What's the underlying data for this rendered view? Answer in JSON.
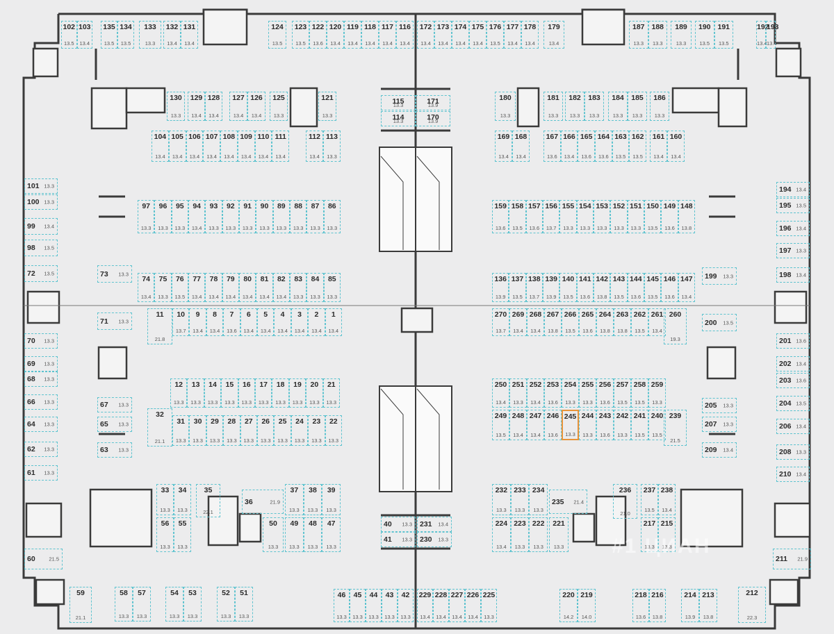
{
  "floorplan": {
    "highlighted_spot": "245",
    "accent_color": "#e8943a",
    "spot_border_color": "#5ec3cf",
    "wall_color": "#3a3a3a"
  },
  "rows": [
    {
      "dir": "h",
      "spots": [
        [
          "102",
          "13.5"
        ],
        [
          "103",
          "13.4"
        ]
      ]
    },
    {
      "dir": "h",
      "spots": [
        [
          "135",
          "13.5"
        ],
        [
          "134",
          "13.5"
        ]
      ]
    },
    {
      "dir": "h",
      "spots": [
        [
          "133",
          "13.3"
        ]
      ]
    },
    {
      "dir": "h",
      "spots": [
        [
          "132",
          "13.4"
        ],
        [
          "131",
          "13.4"
        ]
      ]
    },
    {
      "dir": "h",
      "spots": [
        [
          "124",
          "13.5"
        ]
      ]
    },
    {
      "dir": "h",
      "spots": [
        [
          "123",
          "13.5"
        ],
        [
          "122",
          "13.6"
        ],
        [
          "120",
          "13.4"
        ],
        [
          "119",
          "13.4"
        ],
        [
          "118",
          "13.4"
        ],
        [
          "117",
          "13.4"
        ],
        [
          "116",
          "13.4"
        ]
      ]
    },
    {
      "dir": "h",
      "spots": [
        [
          "172",
          "13.4"
        ],
        [
          "173",
          "13.4"
        ],
        [
          "174",
          "13.4"
        ],
        [
          "175",
          "13.4"
        ],
        [
          "176",
          "13.5"
        ],
        [
          "177",
          "13.4"
        ],
        [
          "178",
          "13.4"
        ]
      ]
    },
    {
      "dir": "h",
      "spots": [
        [
          "179",
          "13.4"
        ]
      ]
    },
    {
      "dir": "h",
      "spots": [
        [
          "187",
          "13.3"
        ],
        [
          "188",
          "13.3"
        ]
      ]
    },
    {
      "dir": "h",
      "spots": [
        [
          "189",
          "13.3"
        ]
      ]
    },
    {
      "dir": "h",
      "spots": [
        [
          "190",
          "13.5"
        ],
        [
          "191",
          "13.5"
        ]
      ]
    },
    {
      "dir": "h",
      "spots": [
        [
          "192",
          "13.4"
        ],
        [
          "193",
          "13.4"
        ]
      ]
    },
    {
      "dir": "h",
      "spots": [
        [
          "130",
          "13.3"
        ]
      ]
    },
    {
      "dir": "h",
      "spots": [
        [
          "129",
          "13.4"
        ],
        [
          "128",
          "13.4"
        ]
      ]
    },
    {
      "dir": "h",
      "spots": [
        [
          "127",
          "13.4"
        ],
        [
          "126",
          "13.4"
        ]
      ]
    },
    {
      "dir": "h",
      "spots": [
        [
          "125",
          "13.3"
        ]
      ]
    },
    {
      "dir": "h",
      "spots": [
        [
          "121",
          "13.3"
        ]
      ]
    },
    {
      "dir": "h",
      "spots": [
        [
          "104",
          "13.4"
        ],
        [
          "105",
          "13.4"
        ],
        [
          "106",
          "13.4"
        ],
        [
          "107",
          "13.4"
        ],
        [
          "108",
          "13.4"
        ],
        [
          "109",
          "13.4"
        ],
        [
          "110",
          "13.4"
        ],
        [
          "111",
          "13.4"
        ]
      ]
    },
    {
      "dir": "h",
      "spots": [
        [
          "112",
          "13.4"
        ],
        [
          "113",
          "13.3"
        ]
      ]
    },
    {
      "dir": "h",
      "spots": [
        [
          "115",
          "13.3"
        ],
        [
          "171",
          "13.9"
        ]
      ]
    },
    {
      "dir": "h",
      "spots": [
        [
          "114",
          "13.3"
        ],
        [
          "170",
          "13.9"
        ]
      ]
    },
    {
      "dir": "h",
      "spots": [
        [
          "180",
          "13.3"
        ]
      ]
    },
    {
      "dir": "h",
      "spots": [
        [
          "181",
          "13.3"
        ]
      ]
    },
    {
      "dir": "h",
      "spots": [
        [
          "182",
          "13.3"
        ],
        [
          "183",
          "13.3"
        ]
      ]
    },
    {
      "dir": "h",
      "spots": [
        [
          "184",
          "13.3"
        ],
        [
          "185",
          "13.3"
        ]
      ]
    },
    {
      "dir": "h",
      "spots": [
        [
          "186",
          "13.3"
        ]
      ]
    },
    {
      "dir": "h",
      "spots": [
        [
          "169",
          "13.4"
        ],
        [
          "168",
          "13.4"
        ]
      ]
    },
    {
      "dir": "h",
      "spots": [
        [
          "167",
          "13.6"
        ],
        [
          "166",
          "13.4"
        ],
        [
          "165",
          "13.6"
        ],
        [
          "164",
          "13.6"
        ],
        [
          "163",
          "13.5"
        ],
        [
          "162",
          "13.5"
        ]
      ]
    },
    {
      "dir": "h",
      "spots": [
        [
          "161",
          "13.4"
        ],
        [
          "160",
          "13.4"
        ]
      ]
    },
    {
      "dir": "h",
      "spots": [
        [
          "97",
          "13.3"
        ],
        [
          "96",
          "13.3"
        ],
        [
          "95",
          "13.3"
        ],
        [
          "94",
          "13.4"
        ],
        [
          "93",
          "13.3"
        ],
        [
          "92",
          "13.3"
        ],
        [
          "91",
          "13.3"
        ],
        [
          "90",
          "13.3"
        ],
        [
          "89",
          "13.3"
        ],
        [
          "88",
          "13.3"
        ],
        [
          "87",
          "13.3"
        ],
        [
          "86",
          "13.3"
        ]
      ]
    },
    {
      "dir": "h",
      "spots": [
        [
          "159",
          "13.6"
        ],
        [
          "158",
          "13.5"
        ],
        [
          "157",
          "13.6"
        ],
        [
          "156",
          "13.7"
        ],
        [
          "155",
          "13.3"
        ],
        [
          "154",
          "13.3"
        ],
        [
          "153",
          "13.3"
        ],
        [
          "152",
          "13.3"
        ],
        [
          "151",
          "13.3"
        ],
        [
          "150",
          "13.5"
        ],
        [
          "149",
          "13.6"
        ],
        [
          "148",
          "13.8"
        ]
      ]
    },
    {
      "dir": "h",
      "spots": [
        [
          "74",
          "13.4"
        ],
        [
          "75",
          "13.3"
        ],
        [
          "76",
          "13.5"
        ],
        [
          "77",
          "13.4"
        ],
        [
          "78",
          "13.4"
        ],
        [
          "79",
          "13.4"
        ],
        [
          "80",
          "13.4"
        ],
        [
          "81",
          "13.4"
        ],
        [
          "82",
          "13.4"
        ],
        [
          "83",
          "13.3"
        ],
        [
          "84",
          "13.3"
        ],
        [
          "85",
          "13.3"
        ]
      ]
    },
    {
      "dir": "h",
      "spots": [
        [
          "136",
          "13.9"
        ],
        [
          "137",
          "13.5"
        ],
        [
          "138",
          "13.7"
        ],
        [
          "139",
          "13.9"
        ],
        [
          "140",
          "13.5"
        ],
        [
          "141",
          "13.6"
        ],
        [
          "142",
          "13.8"
        ],
        [
          "143",
          "13.5"
        ],
        [
          "144",
          "13.6"
        ],
        [
          "145",
          "13.5"
        ],
        [
          "146",
          "13.6"
        ],
        [
          "147",
          "13.4"
        ]
      ]
    },
    {
      "dir": "h",
      "spots": [
        [
          "11",
          "21.8"
        ]
      ]
    },
    {
      "dir": "h",
      "spots": [
        [
          "10",
          "13.7"
        ],
        [
          "9",
          "13.4"
        ],
        [
          "8",
          "13.4"
        ],
        [
          "7",
          "13.6"
        ],
        [
          "6",
          "13.4"
        ],
        [
          "5",
          "13.4"
        ],
        [
          "4",
          "13.4"
        ],
        [
          "3",
          "13.4"
        ],
        [
          "2",
          "13.4"
        ],
        [
          "1",
          "13.4"
        ]
      ]
    },
    {
      "dir": "h",
      "spots": [
        [
          "270",
          "13.7"
        ],
        [
          "269",
          "13.4"
        ],
        [
          "268",
          "13.4"
        ],
        [
          "267",
          "13.8"
        ],
        [
          "266",
          "13.5"
        ],
        [
          "265",
          "13.6"
        ],
        [
          "264",
          "13.8"
        ],
        [
          "263",
          "13.8"
        ],
        [
          "262",
          "13.5"
        ],
        [
          "261",
          "13.4"
        ]
      ]
    },
    {
      "dir": "h",
      "spots": [
        [
          "260",
          "19.3"
        ]
      ]
    },
    {
      "dir": "h",
      "spots": [
        [
          "12",
          "13.3"
        ],
        [
          "13",
          "13.3"
        ],
        [
          "14",
          "13.3"
        ],
        [
          "15",
          "13.3"
        ],
        [
          "16",
          "13.3"
        ],
        [
          "17",
          "13.3"
        ],
        [
          "18",
          "13.3"
        ],
        [
          "19",
          "13.3"
        ],
        [
          "20",
          "13.3"
        ],
        [
          "21",
          "13.3"
        ]
      ]
    },
    {
      "dir": "h",
      "spots": [
        [
          "32",
          "21.1"
        ]
      ]
    },
    {
      "dir": "h",
      "spots": [
        [
          "31",
          "13.3"
        ],
        [
          "30",
          "13.3"
        ],
        [
          "29",
          "13.3"
        ],
        [
          "28",
          "13.3"
        ],
        [
          "27",
          "13.3"
        ],
        [
          "26",
          "13.3"
        ],
        [
          "25",
          "13.3"
        ],
        [
          "24",
          "13.3"
        ],
        [
          "23",
          "13.3"
        ],
        [
          "22",
          "13.3"
        ]
      ]
    },
    {
      "dir": "h",
      "spots": [
        [
          "250",
          "13.4"
        ],
        [
          "251",
          "13.3"
        ],
        [
          "252",
          "13.4"
        ],
        [
          "253",
          "13.6"
        ],
        [
          "254",
          "13.3"
        ],
        [
          "255",
          "13.3"
        ],
        [
          "256",
          "13.6"
        ],
        [
          "257",
          "13.5"
        ],
        [
          "258",
          "13.5"
        ],
        [
          "259",
          "13.3"
        ]
      ]
    },
    {
      "dir": "h",
      "spots": [
        [
          "249",
          "13.5"
        ],
        [
          "248",
          "13.4"
        ],
        [
          "247",
          "13.4"
        ],
        [
          "246",
          "13.6"
        ],
        [
          "245",
          "13.3"
        ],
        [
          "244",
          "13.3"
        ],
        [
          "243",
          "13.6"
        ],
        [
          "242",
          "13.3"
        ],
        [
          "241",
          "13.5"
        ],
        [
          "240",
          "13.5"
        ]
      ]
    },
    {
      "dir": "h",
      "spots": [
        [
          "239",
          "21.5"
        ]
      ]
    },
    {
      "dir": "h",
      "spots": [
        [
          "33",
          "13.3"
        ],
        [
          "34",
          "13.3"
        ]
      ]
    },
    {
      "dir": "h",
      "spots": [
        [
          "35",
          "22.1"
        ]
      ]
    },
    {
      "dir": "h",
      "spots": [
        [
          "37",
          "13.3"
        ],
        [
          "38",
          "13.3"
        ],
        [
          "39",
          "13.3"
        ]
      ]
    },
    {
      "dir": "h",
      "spots": [
        [
          "56",
          "13.3"
        ],
        [
          "55",
          "13.3"
        ]
      ]
    },
    {
      "dir": "h",
      "spots": [
        [
          "50",
          "13.3"
        ]
      ]
    },
    {
      "dir": "h",
      "spots": [
        [
          "49",
          "13.3"
        ],
        [
          "48",
          "13.3"
        ],
        [
          "47",
          "13.3"
        ]
      ]
    },
    {
      "dir": "h",
      "spots": [
        [
          "232",
          "13.3"
        ],
        [
          "233",
          "13.3"
        ],
        [
          "234",
          "13.3"
        ]
      ]
    },
    {
      "dir": "h",
      "spots": [
        [
          "224",
          "13.4"
        ],
        [
          "223",
          "13.3"
        ],
        [
          "222",
          "13.3"
        ]
      ]
    },
    {
      "dir": "h",
      "spots": [
        [
          "221",
          "13.3"
        ]
      ]
    },
    {
      "dir": "h",
      "spots": [
        [
          "236",
          "21.0"
        ]
      ]
    },
    {
      "dir": "h",
      "spots": [
        [
          "237",
          "13.5"
        ],
        [
          "238",
          "13.4"
        ]
      ]
    },
    {
      "dir": "h",
      "spots": [
        [
          "217",
          "13.3"
        ],
        [
          "215",
          "13.3"
        ]
      ]
    },
    {
      "dir": "h",
      "spots": [
        [
          "59",
          "21.1"
        ]
      ]
    },
    {
      "dir": "h",
      "spots": [
        [
          "58",
          "13.3"
        ],
        [
          "57",
          "13.3"
        ]
      ]
    },
    {
      "dir": "h",
      "spots": [
        [
          "54",
          "13.3"
        ],
        [
          "53",
          "13.3"
        ]
      ]
    },
    {
      "dir": "h",
      "spots": [
        [
          "52",
          "13.3"
        ],
        [
          "51",
          "13.3"
        ]
      ]
    },
    {
      "dir": "h",
      "spots": [
        [
          "46",
          "13.3"
        ],
        [
          "45",
          "13.3"
        ],
        [
          "44",
          "13.3"
        ],
        [
          "43",
          "13.3"
        ],
        [
          "42",
          "13.3"
        ]
      ]
    },
    {
      "dir": "h",
      "spots": [
        [
          "229",
          "13.4"
        ],
        [
          "228",
          "13.4"
        ],
        [
          "227",
          "13.4"
        ],
        [
          "226",
          "13.4"
        ],
        [
          "225",
          "13.3"
        ]
      ]
    },
    {
      "dir": "h",
      "spots": [
        [
          "220",
          "14.2"
        ],
        [
          "219",
          "14.0"
        ]
      ]
    },
    {
      "dir": "h",
      "spots": [
        [
          "218",
          "13.6"
        ],
        [
          "216",
          "13.8"
        ]
      ]
    },
    {
      "dir": "h",
      "spots": [
        [
          "214",
          "13.9"
        ],
        [
          "213",
          "13.8"
        ]
      ]
    },
    {
      "dir": "h",
      "spots": [
        [
          "212",
          "22.3"
        ]
      ]
    }
  ],
  "single": [
    [
      "101",
      "13.3"
    ],
    [
      "100",
      "13.3"
    ],
    [
      "99",
      "13.4"
    ],
    [
      "98",
      "13.5"
    ],
    [
      "72",
      "13.5"
    ],
    [
      "73",
      "13.3"
    ],
    [
      "71",
      "13.3"
    ],
    [
      "70",
      "13.3"
    ],
    [
      "69",
      "13.3"
    ],
    [
      "68",
      "13.3"
    ],
    [
      "66",
      "13.3"
    ],
    [
      "64",
      "13.3"
    ],
    [
      "62",
      "13.3"
    ],
    [
      "61",
      "13.3"
    ],
    [
      "67",
      "13.3"
    ],
    [
      "65",
      "13.3"
    ],
    [
      "63",
      "13.3"
    ],
    [
      "60",
      "21.5"
    ],
    [
      "194",
      "13.4"
    ],
    [
      "195",
      "13.5"
    ],
    [
      "196",
      "13.4"
    ],
    [
      "197",
      "13.3"
    ],
    [
      "198",
      "13.4"
    ],
    [
      "199",
      "13.3"
    ],
    [
      "200",
      "13.5"
    ],
    [
      "201",
      "13.6"
    ],
    [
      "202",
      "13.4"
    ],
    [
      "203",
      "13.6"
    ],
    [
      "204",
      "13.5"
    ],
    [
      "206",
      "13.4"
    ],
    [
      "208",
      "13.3"
    ],
    [
      "210",
      "13.4"
    ],
    [
      "205",
      "13.3"
    ],
    [
      "207",
      "13.3"
    ],
    [
      "209",
      "13.4"
    ],
    [
      "211",
      "21.9"
    ],
    [
      "36",
      "21.9"
    ],
    [
      "235",
      "21.4"
    ],
    [
      "40",
      "13.3"
    ],
    [
      "231",
      "13.4"
    ],
    [
      "41",
      "13.3"
    ],
    [
      "230",
      "13.3"
    ]
  ],
  "watermark": "#1 ЦИАН"
}
